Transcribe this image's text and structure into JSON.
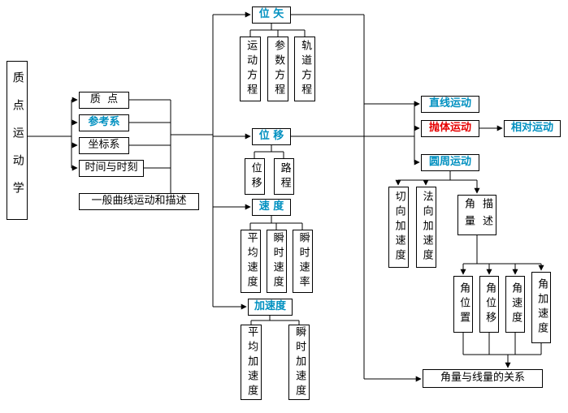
{
  "colors": {
    "accent_blue": "#0090c0",
    "accent_red": "#e60000",
    "line": "#000000"
  },
  "nodes": {
    "kinematics": {
      "label": "质点运动学"
    },
    "particle": {
      "label": "质  点"
    },
    "reference_frame": {
      "label": "参考系"
    },
    "coordinate_system": {
      "label": "坐标系"
    },
    "time_instant": {
      "label": "时间与时刻"
    },
    "curvilinear": {
      "label": "一般曲线运动和描述"
    },
    "position_vector": {
      "label": "位 矢"
    },
    "motion_equation": {
      "label": "运动方程"
    },
    "parametric_equation": {
      "label": "参数方程"
    },
    "trajectory_equation": {
      "label": "轨道方程"
    },
    "displacement_header": {
      "label": "位 移"
    },
    "displacement": {
      "label": "位移"
    },
    "path_length": {
      "label": "路程"
    },
    "velocity_header": {
      "label": "速 度"
    },
    "average_velocity": {
      "label": "平均速度"
    },
    "instantaneous_velocity": {
      "label": "瞬时速度"
    },
    "instantaneous_speed": {
      "label": "瞬时速率"
    },
    "acceleration_header": {
      "label": "加速度"
    },
    "average_acceleration": {
      "label": "平均加速度"
    },
    "instantaneous_acceleration": {
      "label": "瞬时加速度"
    },
    "linear_motion": {
      "label": "直线运动"
    },
    "projectile_motion": {
      "label": "抛体运动"
    },
    "circular_motion": {
      "label": "圆周运动"
    },
    "relative_motion": {
      "label": "相对运动"
    },
    "tangential_acceleration": {
      "label": "切向加速度"
    },
    "normal_acceleration": {
      "label": "法向加速度"
    },
    "angular_description": {
      "label": "角量描述"
    },
    "angular_position": {
      "label": "角位置"
    },
    "angular_displacement": {
      "label": "角位移"
    },
    "angular_velocity": {
      "label": "角速度"
    },
    "angular_acceleration": {
      "label": "角加速度"
    },
    "angular_linear_relation": {
      "label": "角量与线量的关系"
    }
  }
}
